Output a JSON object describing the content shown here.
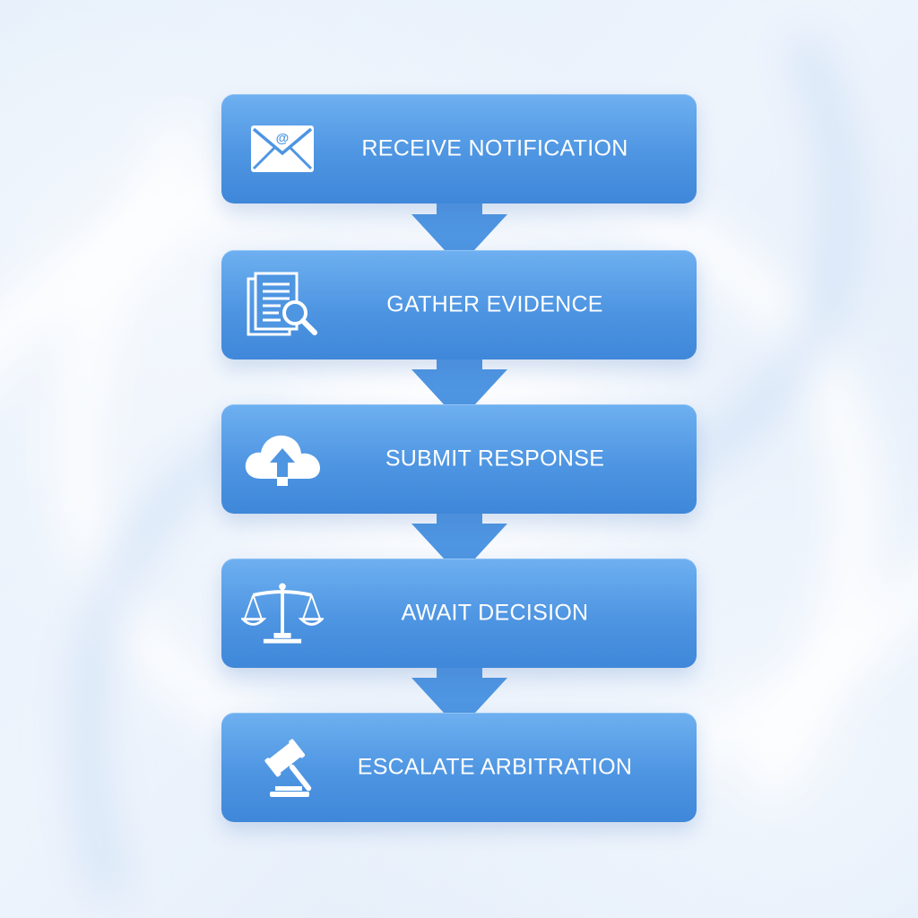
{
  "colors": {
    "box_top": "#6eb0f0",
    "box_bottom": "#3f87d9",
    "arrow": "#4e95e2",
    "text": "#ffffff",
    "background": "#e6f0fb"
  },
  "steps": [
    {
      "label": "RECEIVE NOTIFICATION",
      "icon": "email-envelope-icon"
    },
    {
      "label": "GATHER EVIDENCE",
      "icon": "document-search-icon"
    },
    {
      "label": "SUBMIT RESPONSE",
      "icon": "cloud-upload-icon"
    },
    {
      "label": "AWAIT DECISION",
      "icon": "scales-of-justice-icon"
    },
    {
      "label": "ESCALATE ARBITRATION",
      "icon": "gavel-icon"
    }
  ]
}
